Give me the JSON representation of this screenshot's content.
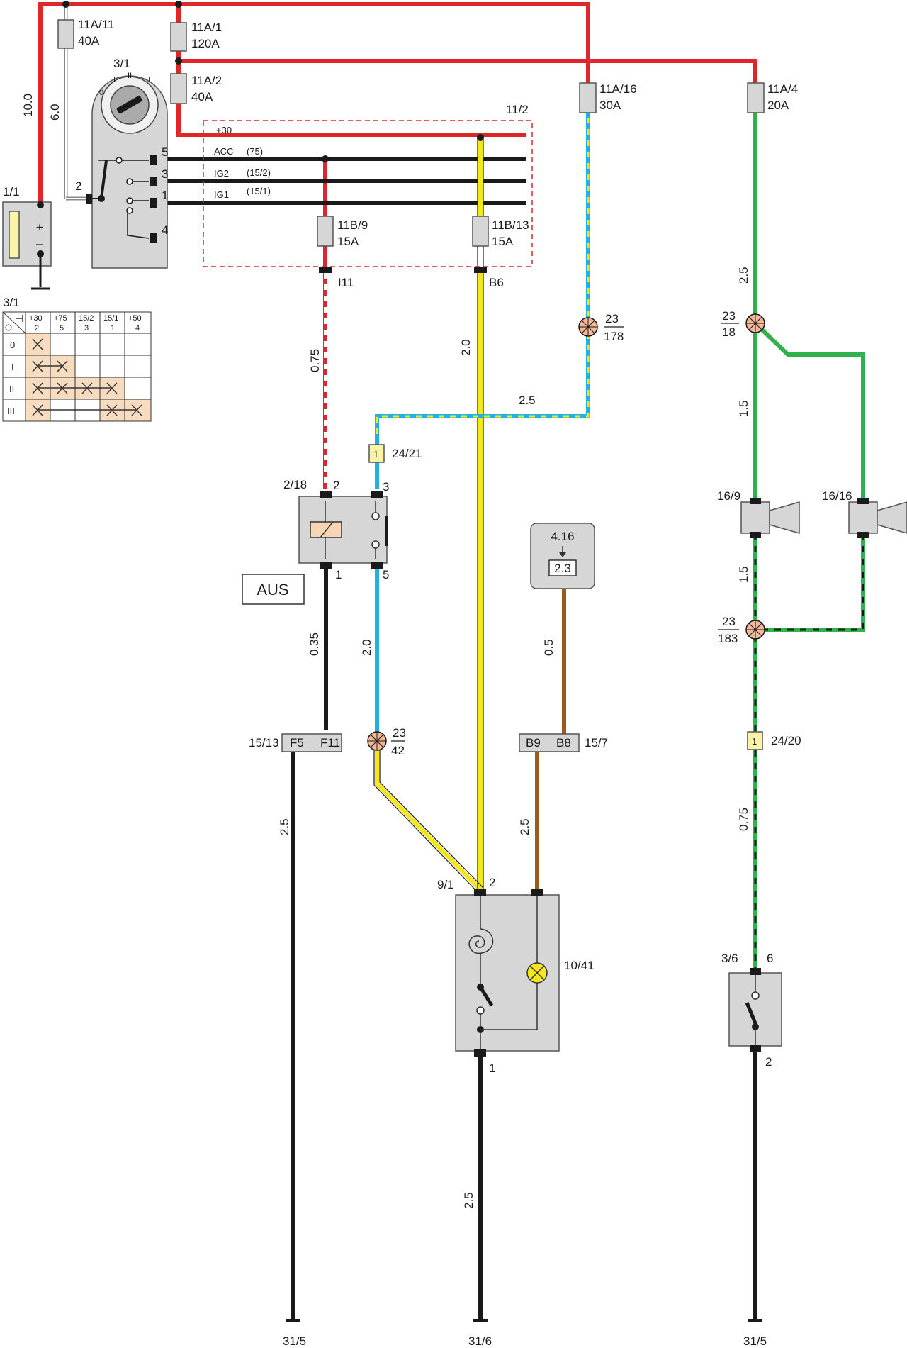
{
  "colors": {
    "red": "#e0262b",
    "black": "#1a1a1a",
    "yellow": "#f5e61a",
    "blue": "#1eb1e6",
    "green": "#2fb24a",
    "brown": "#9c5a1a",
    "box": "#d6d6d6",
    "box_stroke": "#555555",
    "table_fill": "#f7dcc0",
    "relay_coil": "#f6d6b5",
    "splice": "#f3b79a",
    "connector": "#fbf3a8",
    "lamp": "#f8e620"
  },
  "components": {
    "battery": {
      "ref": "1/1",
      "plus": "+",
      "minus": "–"
    },
    "ignition_switch": {
      "ref": "3/1",
      "pins": [
        "5",
        "3",
        "1",
        "4",
        "2"
      ]
    },
    "power_block": {
      "ref": "11/2",
      "bus": [
        "+30",
        "ACC",
        "IG2",
        "IG1"
      ],
      "bus_codes": [
        "(75)",
        "(15/2)",
        "(15/1)"
      ]
    },
    "relay": {
      "ref": "2/18",
      "pins": [
        "2",
        "3",
        "1",
        "5"
      ]
    },
    "aus_box": {
      "label": "AUS"
    },
    "ecu_ref": {
      "top": "4.16",
      "bottom": "2.3"
    },
    "motor": {
      "ref": "9/1",
      "lamp_ref": "10/41",
      "pins": [
        "2",
        "1"
      ]
    },
    "horn_switch": {
      "ref": "3/6",
      "pins": [
        "6",
        "2"
      ]
    },
    "horn_left": {
      "ref": "16/9"
    },
    "horn_right": {
      "ref": "16/16"
    }
  },
  "fuses": [
    {
      "ref": "11A/11",
      "rating": "40A"
    },
    {
      "ref": "11A/1",
      "rating": "120A"
    },
    {
      "ref": "11A/2",
      "rating": "40A"
    },
    {
      "ref": "11A/16",
      "rating": "30A"
    },
    {
      "ref": "11A/4",
      "rating": "20A"
    },
    {
      "ref": "11B/9",
      "rating": "15A"
    },
    {
      "ref": "11B/13",
      "rating": "15A"
    }
  ],
  "splices": [
    {
      "top": "23",
      "bottom": "178"
    },
    {
      "top": "23",
      "bottom": "18"
    },
    {
      "top": "23",
      "bottom": "183"
    },
    {
      "top": "23",
      "bottom": "42"
    }
  ],
  "connectors": [
    {
      "pin": "1",
      "ref": "24/21"
    },
    {
      "pin": "1",
      "ref": "24/20"
    }
  ],
  "terminal_blocks": [
    {
      "ref": "15/13",
      "left": "F5",
      "right": "F11"
    },
    {
      "ref": "15/7",
      "left": "B9",
      "right": "B8"
    }
  ],
  "pin_labels": {
    "i11": "I11",
    "b6": "B6"
  },
  "wire_sizes": {
    "w10": "10.0",
    "w6": "6.0",
    "w075a": "0.75",
    "w20y": "2.0",
    "w25b": "2.5",
    "w25g": "2.5",
    "w15g": "1.5",
    "w15g2": "1.5",
    "w035": "0.35",
    "w20b": "2.0",
    "w05": "0.5",
    "w25blk": "2.5",
    "w25br": "2.5",
    "w075g": "0.75",
    "w25m": "2.5"
  },
  "grounds": [
    "31/5",
    "31/6",
    "31/5"
  ],
  "switch_table": {
    "ref": "3/1",
    "headers": [
      [
        "+30",
        "2"
      ],
      [
        "+75",
        "5"
      ],
      [
        "15/2",
        "3"
      ],
      [
        "15/1",
        "1"
      ],
      [
        "+50",
        "4"
      ]
    ],
    "rows": [
      "0",
      "I",
      "II",
      "III"
    ]
  }
}
